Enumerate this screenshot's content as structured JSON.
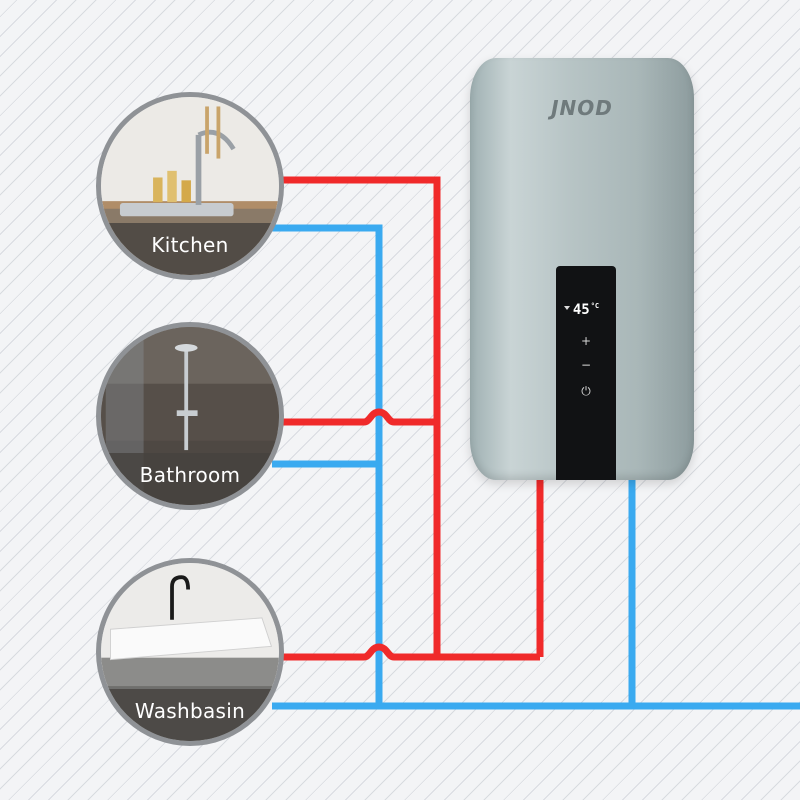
{
  "heater": {
    "brand": "JNOD",
    "display_temp": "45",
    "temp_unit": "°C",
    "plus_symbol": "+",
    "minus_symbol": "−",
    "power_symbol": "⏻"
  },
  "rooms": [
    {
      "id": "kitchen",
      "label": "Kitchen"
    },
    {
      "id": "bathroom",
      "label": "Bathroom"
    },
    {
      "id": "washbasin",
      "label": "Washbasin"
    }
  ],
  "colors": {
    "hot_pipe": "#f02a2a",
    "cold_pipe": "#3aaaf0",
    "circle_border": "#8f9296",
    "label_band": "#46423e"
  }
}
